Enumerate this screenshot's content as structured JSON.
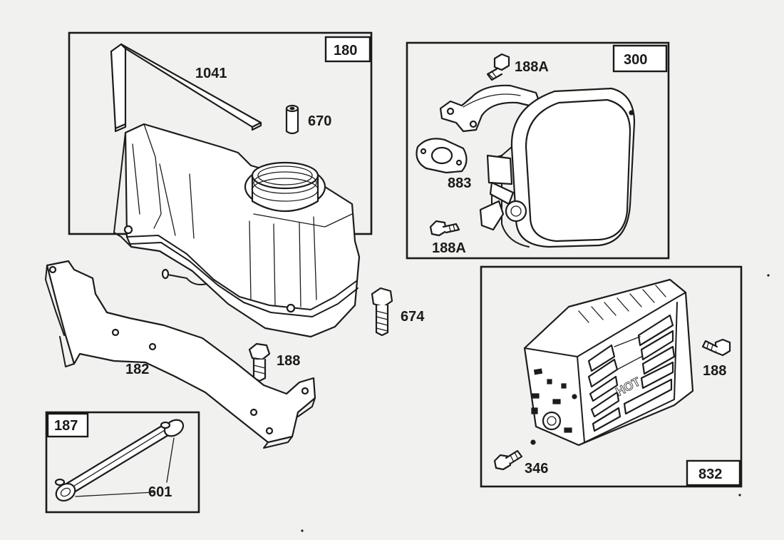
{
  "boxes": {
    "tank": "180",
    "muffler": "300",
    "guard": "832",
    "fuel_line": "187"
  },
  "parts": {
    "bracket_1041": "1041",
    "bushing_670": "670",
    "bolt_674": "674",
    "screw_188_tank": "188",
    "support_182": "182",
    "clamp_601": "601",
    "screw_188a_top": "188A",
    "gasket_883": "883",
    "screw_188a_bottom": "188A",
    "screw_188_guard": "188",
    "screw_346": "346"
  },
  "guard_text": "HOT"
}
